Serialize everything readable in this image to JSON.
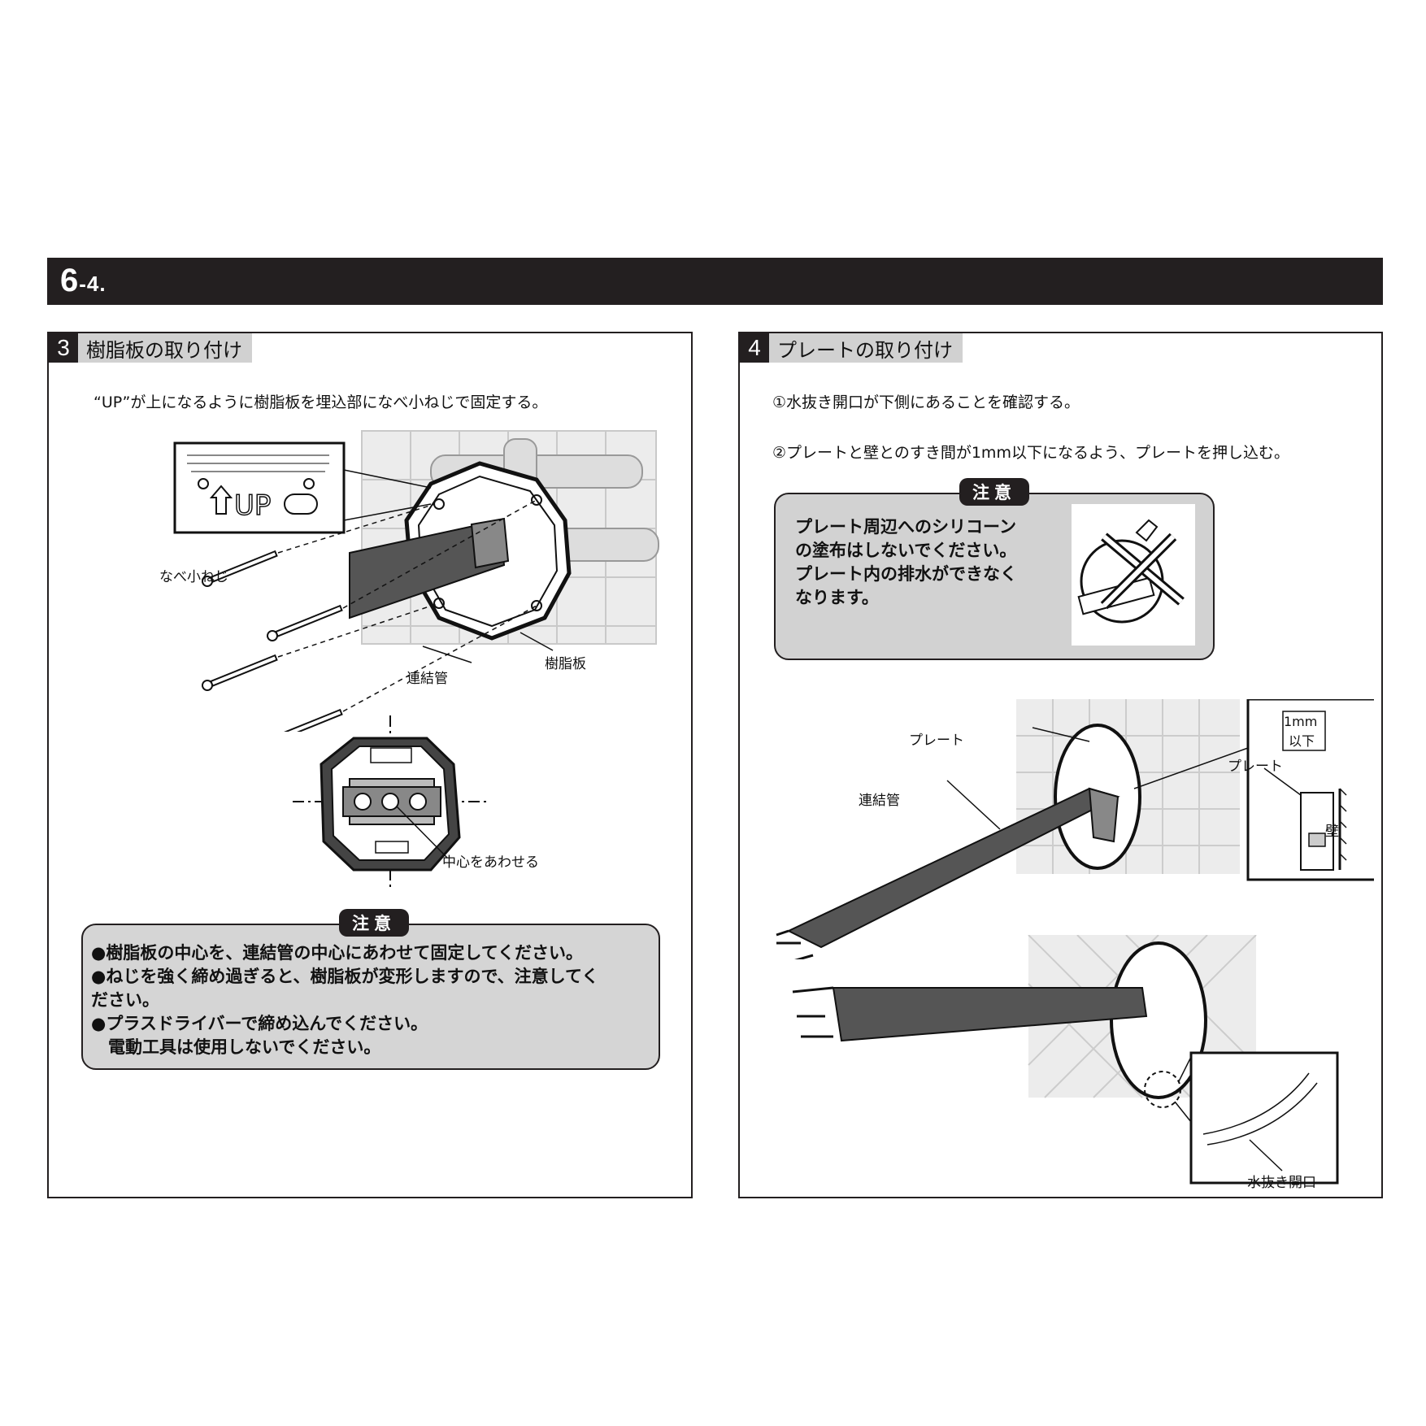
{
  "header": {
    "section": "6",
    "subsection": "-4."
  },
  "left": {
    "step_number": "3",
    "step_title": "樹脂板の取り付け",
    "instruction": "“UP”が上になるように樹脂板を埋込部になべ小ねじで固定する。",
    "labels": {
      "screw": "なべ小ねじ",
      "pipe": "連結管",
      "resin_plate": "樹脂板",
      "align_center": "中心をあわせる",
      "up_mark": "UP"
    },
    "caution": {
      "tag": "注意",
      "lines": [
        "●樹脂板の中心を、連結管の中心にあわせて固定してください。",
        "●ねじを強く締め過ぎると、樹脂板が変形しますので、注意してく",
        "ださい。",
        "●プラスドライバーで締め込んでください。",
        "　電動工具は使用しないでください。"
      ]
    }
  },
  "right": {
    "step_number": "4",
    "step_title": "プレートの取り付け",
    "instruction_1": "①水抜き開口が下側にあることを確認する。",
    "instruction_2": "②プレートと壁とのすき間が1mm以下になるよう、プレートを押し込む。",
    "caution": {
      "tag": "注意",
      "lines": [
        "プレート周辺へのシリコーン",
        "の塗布はしないでください。",
        "プレート内の排水ができなく",
        "なります。"
      ]
    },
    "labels": {
      "plate": "プレート",
      "pipe": "連結管",
      "gap_1": "1mm",
      "gap_2": "以下",
      "plate_detail": "プレート",
      "wall": "壁",
      "drain_opening": "水抜き開口"
    }
  }
}
